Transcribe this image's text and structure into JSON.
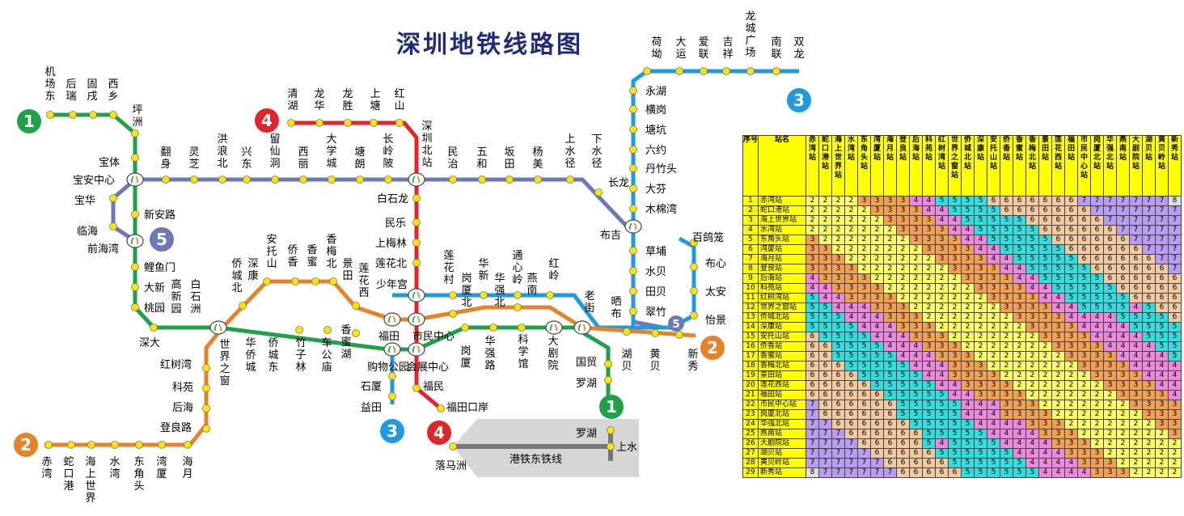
{
  "title": "深圳地铁线路图",
  "lines": {
    "1": {
      "color": "#1fa14a",
      "badge": "1"
    },
    "2": {
      "color": "#e8822a",
      "badge": "2"
    },
    "3": {
      "color": "#1e9be0",
      "badge": "3"
    },
    "4": {
      "color": "#e1252b",
      "badge": "4"
    },
    "5": {
      "color": "#6b79b7",
      "badge": "5"
    }
  },
  "interchange_icon": "transfer-icon",
  "labels": {
    "jichangdong": "机场东",
    "houri": "后瑞",
    "gushu": "固戌",
    "xixiang": "西乡",
    "pingzhou": "坪洲",
    "baoti": "宝体",
    "baoanzhongxin": "宝安中心",
    "baohua": "宝华",
    "linhai": "临海",
    "qianhaiwan": "前海湾",
    "xinanlu": "新安路",
    "liyumen": "鲤鱼门",
    "daxin": "大新",
    "taoyuan": "桃园",
    "shenda": "深大",
    "fanshen": "翻身",
    "lingzhi": "灵芝",
    "honglangbei": "洪浪北",
    "xingdong": "兴东",
    "liuxiandong": "留仙洞",
    "xili": "西丽",
    "daxuecheng": "大学城",
    "tanglang": "塘朗",
    "changlingpi": "长岭陂",
    "shenzhenbeizhan": "深圳北站",
    "minzhi": "民治",
    "wuhe": "五和",
    "bantian": "坂田",
    "yangmei": "杨美",
    "shangshuijing": "上水径",
    "xiashuijing": "下水径",
    "changlong": "长龙",
    "buji": "布吉",
    "qinghu": "清湖",
    "longhua": "龙华",
    "longsheng": "龙胜",
    "shangtang": "上塘",
    "hongshan": "红山",
    "baishilong": "白石龙",
    "minle": "民乐",
    "shangmeilin": "上梅林",
    "lianhuabei": "莲花北",
    "shaoniangong": "少年宫",
    "futian": "福田",
    "shiminzhongxin": "市民中心",
    "huizhanzhongxin": "会展中心",
    "fumin": "福民",
    "futiankouan": "福田口岸",
    "gouwugongyuan": "购物公园",
    "shixia": "石厦",
    "yitian": "益田",
    "lianhuacun": "莲花村",
    "gangxiabei": "岗厦北",
    "huaxin": "华新",
    "huaqiangbei": "华强北",
    "tongxinling": "通心岭",
    "yannan": "燕南",
    "hongling": "红岭",
    "laojie": "老街",
    "shaibu": "晒布",
    "caopu": "草埔",
    "shuibei": "水贝",
    "tianbei": "田贝",
    "cuizhu": "翠竹",
    "mumianwan": "木棉湾",
    "dafen": "大芬",
    "danzhutou": "丹竹头",
    "liuyue": "六约",
    "tangkeng": "塘坑",
    "henggang": "横岗",
    "yonghu": "永湖",
    "hechao": "荷坳",
    "dayun": "大运",
    "ailian": "爱联",
    "jixiang": "吉祥",
    "longchengguangchang": "龙城广场",
    "nanlian": "南联",
    "shuanglong": "双龙",
    "baigeliang": "百鸽笼",
    "buxin": "布心",
    "taian": "太安",
    "yijing": "怡景",
    "chiwan": "赤湾",
    "shekoukou": "蛇口港",
    "haishangshijie": "海上世界",
    "shuiwan": "水湾",
    "dongjiaotou": "东角头",
    "wanxia": "湾厦",
    "haiyue": "海月",
    "dengliang": "登良路",
    "houhai": "后海",
    "keyuan": "科苑",
    "hongshuwan": "红树湾",
    "shijiezhichuang": "世界之窗",
    "qiaochengbei": "侨城北",
    "shenkang": "深康",
    "antuoshan": "安托山",
    "qiaoxiang": "侨香",
    "xiangmi": "香蜜",
    "xiangmeibei": "香梅北",
    "jingtian": "景田",
    "lianhuaxi": "莲花西",
    "gangxia": "岗厦",
    "huaqianglu": "华强路",
    "kexueguan": "科学馆",
    "dajuyuan": "大剧院",
    "huqiao": "华侨城",
    "qiaochengdong": "侨城东",
    "zhuzilin": "竹子林",
    "chegongmiao": "车公庙",
    "xiangmihu": "香蜜湖",
    "gaoxinyuan": "高新园",
    "baishizhou": "白石洲",
    "guomao": "国贸",
    "luohu": "罗湖",
    "hubei": "湖贝",
    "huangbei": "黄贝",
    "xinxiu": "新秀",
    "luohu2": "罗湖",
    "shangshui": "上水",
    "luomazhou": "落马洲",
    "ganglie": "港铁东铁线"
  },
  "fare_table": {
    "col_index": "序号",
    "col_name": "站名",
    "headers": [
      "赤湾站",
      "蛇口港站",
      "海上世界站",
      "水湾站",
      "东角头站",
      "湾厦站",
      "海月站",
      "登良站",
      "后海站",
      "科苑站",
      "红树湾站",
      "世界之窗站",
      "侨城北站",
      "深康站",
      "安托山站",
      "侨香站",
      "香蜜站",
      "香梅北站",
      "景田站",
      "莲花西站",
      "福田站",
      "市民中心站",
      "岗厦北站",
      "华强北站",
      "燕南站",
      "大剧院站",
      "湖贝站",
      "黄贝岭站",
      "新秀站"
    ],
    "rows": [
      {
        "n": "1",
        "name": "赤湾站",
        "v": [
          2,
          2,
          2,
          2,
          3,
          3,
          3,
          3,
          4,
          4,
          5,
          5,
          5,
          5,
          6,
          6,
          6,
          6,
          6,
          6,
          6,
          7,
          7,
          7,
          7,
          7,
          7,
          7,
          8
        ]
      },
      {
        "n": "2",
        "name": "蛇口港站",
        "v": [
          2,
          2,
          2,
          2,
          2,
          3,
          3,
          3,
          3,
          4,
          4,
          5,
          5,
          5,
          5,
          6,
          6,
          6,
          6,
          6,
          6,
          6,
          7,
          7,
          7,
          7,
          7,
          7,
          7
        ]
      },
      {
        "n": "3",
        "name": "海上世界站",
        "v": [
          2,
          2,
          2,
          2,
          2,
          2,
          3,
          3,
          3,
          3,
          4,
          4,
          5,
          5,
          5,
          5,
          5,
          6,
          6,
          6,
          6,
          6,
          6,
          7,
          7,
          7,
          7,
          7,
          7
        ]
      },
      {
        "n": "4",
        "name": "水湾站",
        "v": [
          2,
          2,
          2,
          2,
          2,
          2,
          2,
          3,
          3,
          3,
          3,
          4,
          4,
          5,
          5,
          5,
          5,
          5,
          6,
          6,
          6,
          6,
          6,
          6,
          7,
          7,
          7,
          7,
          7
        ]
      },
      {
        "n": "5",
        "name": "东角头站",
        "v": [
          3,
          2,
          2,
          2,
          2,
          2,
          2,
          2,
          3,
          3,
          3,
          3,
          4,
          4,
          5,
          5,
          5,
          5,
          5,
          6,
          6,
          6,
          6,
          6,
          6,
          7,
          7,
          7,
          7
        ]
      },
      {
        "n": "6",
        "name": "湾厦站",
        "v": [
          3,
          3,
          2,
          2,
          2,
          2,
          2,
          2,
          2,
          3,
          3,
          3,
          3,
          4,
          4,
          5,
          5,
          5,
          5,
          5,
          6,
          6,
          6,
          6,
          6,
          6,
          7,
          7,
          7
        ]
      },
      {
        "n": "7",
        "name": "海月站",
        "v": [
          3,
          3,
          3,
          2,
          2,
          2,
          2,
          2,
          2,
          2,
          3,
          3,
          3,
          3,
          4,
          4,
          5,
          5,
          5,
          5,
          5,
          6,
          6,
          6,
          6,
          6,
          6,
          7,
          7
        ]
      },
      {
        "n": "8",
        "name": "登良站",
        "v": [
          3,
          3,
          3,
          3,
          2,
          2,
          2,
          2,
          2,
          2,
          2,
          3,
          3,
          3,
          3,
          4,
          4,
          5,
          5,
          5,
          5,
          5,
          6,
          6,
          6,
          6,
          6,
          6,
          7
        ]
      },
      {
        "n": "9",
        "name": "后海站",
        "v": [
          4,
          3,
          3,
          3,
          3,
          2,
          2,
          2,
          2,
          2,
          2,
          2,
          3,
          3,
          3,
          3,
          4,
          4,
          5,
          5,
          5,
          5,
          5,
          6,
          6,
          6,
          6,
          6,
          6
        ]
      },
      {
        "n": "10",
        "name": "科苑站",
        "v": [
          4,
          4,
          3,
          3,
          3,
          3,
          2,
          2,
          2,
          2,
          2,
          2,
          2,
          3,
          3,
          3,
          3,
          4,
          4,
          5,
          5,
          5,
          5,
          5,
          6,
          6,
          6,
          6,
          6
        ]
      },
      {
        "n": "11",
        "name": "红树湾站",
        "v": [
          5,
          4,
          4,
          3,
          3,
          3,
          3,
          2,
          2,
          2,
          2,
          2,
          2,
          2,
          3,
          3,
          3,
          3,
          4,
          4,
          5,
          5,
          5,
          5,
          5,
          6,
          6,
          6,
          6
        ]
      },
      {
        "n": "12",
        "name": "世界之窗站",
        "v": [
          5,
          5,
          4,
          4,
          4,
          3,
          3,
          3,
          2,
          2,
          2,
          2,
          2,
          2,
          2,
          3,
          3,
          3,
          3,
          4,
          4,
          5,
          5,
          5,
          5,
          4,
          5,
          6,
          6
        ]
      },
      {
        "n": "13",
        "name": "侨城北站",
        "v": [
          5,
          5,
          5,
          4,
          4,
          4,
          3,
          3,
          3,
          2,
          2,
          2,
          2,
          2,
          2,
          2,
          3,
          3,
          3,
          3,
          4,
          4,
          4,
          4,
          5,
          5,
          5,
          5,
          6
        ]
      },
      {
        "n": "14",
        "name": "深康站",
        "v": [
          5,
          5,
          5,
          5,
          4,
          4,
          4,
          3,
          3,
          3,
          2,
          2,
          2,
          2,
          2,
          2,
          2,
          3,
          3,
          3,
          3,
          4,
          4,
          4,
          4,
          5,
          5,
          5,
          5
        ]
      },
      {
        "n": "15",
        "name": "安托山站",
        "v": [
          6,
          5,
          5,
          5,
          5,
          4,
          4,
          4,
          3,
          3,
          3,
          2,
          2,
          2,
          2,
          2,
          2,
          2,
          3,
          3,
          3,
          3,
          4,
          4,
          4,
          4,
          5,
          5,
          5
        ]
      },
      {
        "n": "16",
        "name": "侨香站",
        "v": [
          6,
          6,
          5,
          5,
          5,
          5,
          4,
          4,
          4,
          3,
          3,
          3,
          2,
          2,
          2,
          2,
          2,
          2,
          2,
          3,
          3,
          3,
          3,
          4,
          4,
          4,
          4,
          5,
          5
        ]
      },
      {
        "n": "17",
        "name": "香蜜站",
        "v": [
          6,
          6,
          5,
          5,
          5,
          5,
          5,
          4,
          4,
          4,
          3,
          3,
          3,
          2,
          2,
          2,
          2,
          2,
          2,
          2,
          3,
          3,
          3,
          3,
          4,
          4,
          4,
          4,
          5
        ]
      },
      {
        "n": "18",
        "name": "香梅北站",
        "v": [
          6,
          6,
          6,
          5,
          5,
          5,
          5,
          5,
          4,
          4,
          4,
          3,
          3,
          3,
          2,
          2,
          2,
          2,
          2,
          2,
          2,
          3,
          3,
          3,
          3,
          4,
          4,
          4,
          4
        ]
      },
      {
        "n": "19",
        "name": "景田站",
        "v": [
          6,
          6,
          6,
          6,
          5,
          5,
          5,
          5,
          5,
          4,
          4,
          3,
          3,
          3,
          3,
          2,
          2,
          2,
          2,
          2,
          2,
          2,
          3,
          3,
          3,
          3,
          4,
          4,
          4
        ]
      },
      {
        "n": "20",
        "name": "莲花西站",
        "v": [
          6,
          6,
          6,
          6,
          6,
          5,
          5,
          5,
          5,
          5,
          4,
          4,
          3,
          3,
          3,
          3,
          2,
          2,
          2,
          2,
          2,
          2,
          2,
          3,
          3,
          3,
          3,
          4,
          4
        ]
      },
      {
        "n": "21",
        "name": "福田站",
        "v": [
          6,
          6,
          6,
          6,
          6,
          6,
          5,
          5,
          5,
          5,
          5,
          4,
          4,
          3,
          3,
          3,
          3,
          2,
          2,
          2,
          2,
          2,
          2,
          2,
          3,
          3,
          3,
          3,
          4
        ]
      },
      {
        "n": "22",
        "name": "市民中心站",
        "v": [
          7,
          6,
          6,
          6,
          6,
          6,
          6,
          5,
          5,
          5,
          5,
          5,
          4,
          4,
          4,
          3,
          3,
          3,
          2,
          2,
          2,
          2,
          2,
          2,
          2,
          3,
          3,
          3,
          3
        ]
      },
      {
        "n": "23",
        "name": "岗厦北站",
        "v": [
          7,
          6,
          6,
          6,
          6,
          6,
          6,
          5,
          5,
          5,
          5,
          5,
          4,
          4,
          4,
          3,
          3,
          3,
          3,
          2,
          2,
          2,
          2,
          2,
          2,
          2,
          3,
          3,
          3
        ]
      },
      {
        "n": "24",
        "name": "华强北站",
        "v": [
          7,
          7,
          6,
          6,
          6,
          6,
          6,
          6,
          5,
          5,
          5,
          5,
          5,
          4,
          4,
          4,
          4,
          3,
          3,
          3,
          2,
          2,
          2,
          2,
          2,
          2,
          2,
          3,
          3
        ]
      },
      {
        "n": "25",
        "name": "燕南站",
        "v": [
          7,
          7,
          7,
          6,
          6,
          6,
          6,
          6,
          6,
          5,
          5,
          5,
          5,
          5,
          4,
          4,
          4,
          4,
          3,
          3,
          3,
          2,
          2,
          2,
          2,
          2,
          2,
          2,
          3
        ]
      },
      {
        "n": "26",
        "name": "大剧院站",
        "v": [
          7,
          7,
          7,
          7,
          6,
          6,
          6,
          6,
          6,
          5,
          4,
          5,
          5,
          5,
          5,
          4,
          4,
          4,
          4,
          3,
          3,
          3,
          2,
          2,
          2,
          2,
          2,
          2,
          2
        ]
      },
      {
        "n": "27",
        "name": "湖贝站",
        "v": [
          7,
          7,
          7,
          7,
          7,
          6,
          6,
          6,
          6,
          6,
          5,
          5,
          5,
          5,
          5,
          5,
          4,
          4,
          4,
          4,
          3,
          3,
          3,
          2,
          2,
          2,
          2,
          2,
          2
        ]
      },
      {
        "n": "28",
        "name": "黄贝岭站",
        "v": [
          7,
          7,
          7,
          7,
          7,
          7,
          6,
          6,
          6,
          6,
          6,
          5,
          5,
          5,
          5,
          5,
          5,
          4,
          4,
          4,
          4,
          3,
          3,
          3,
          2,
          2,
          2,
          2,
          2
        ]
      },
      {
        "n": "29",
        "name": "新秀站",
        "v": [
          8,
          7,
          7,
          7,
          7,
          7,
          7,
          6,
          6,
          6,
          6,
          6,
          5,
          5,
          5,
          5,
          5,
          5,
          4,
          4,
          4,
          4,
          3,
          3,
          3,
          2,
          2,
          2,
          2
        ]
      }
    ],
    "fare_colors": {
      "2": "#ffff66",
      "3": "#f0a050",
      "4": "#ee88dd",
      "5": "#33dddd",
      "6": "#f2c9a0",
      "7": "#b89cf0",
      "8": "#e0e0e0"
    },
    "header_color": "#ffff00"
  }
}
